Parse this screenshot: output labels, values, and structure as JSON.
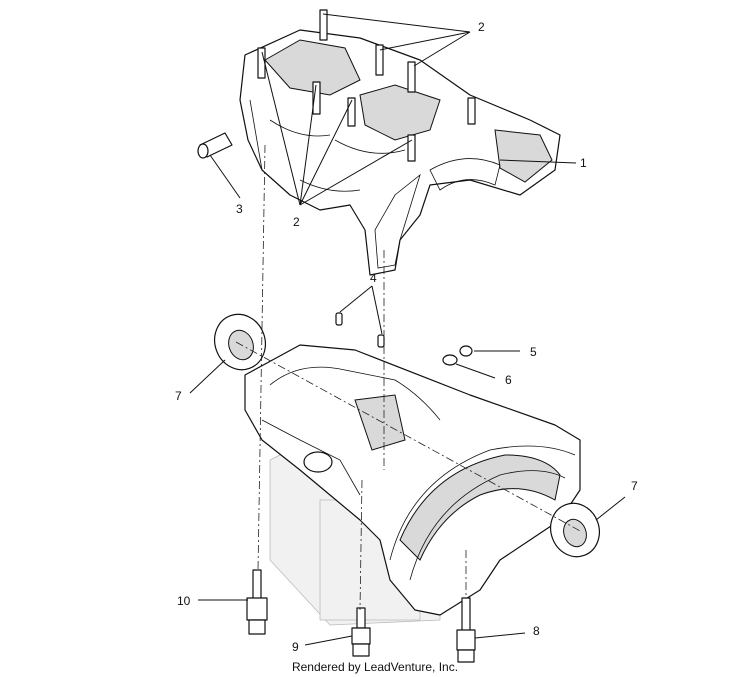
{
  "callouts": {
    "c1": "1",
    "c2_top": "2",
    "c2_bottom": "2",
    "c3": "3",
    "c4": "4",
    "c5": "5",
    "c6": "6",
    "c7_left": "7",
    "c7_right": "7",
    "c8": "8",
    "c9": "9",
    "c10": "10"
  },
  "footer": {
    "credit": "Rendered by LeadVenture, Inc."
  }
}
